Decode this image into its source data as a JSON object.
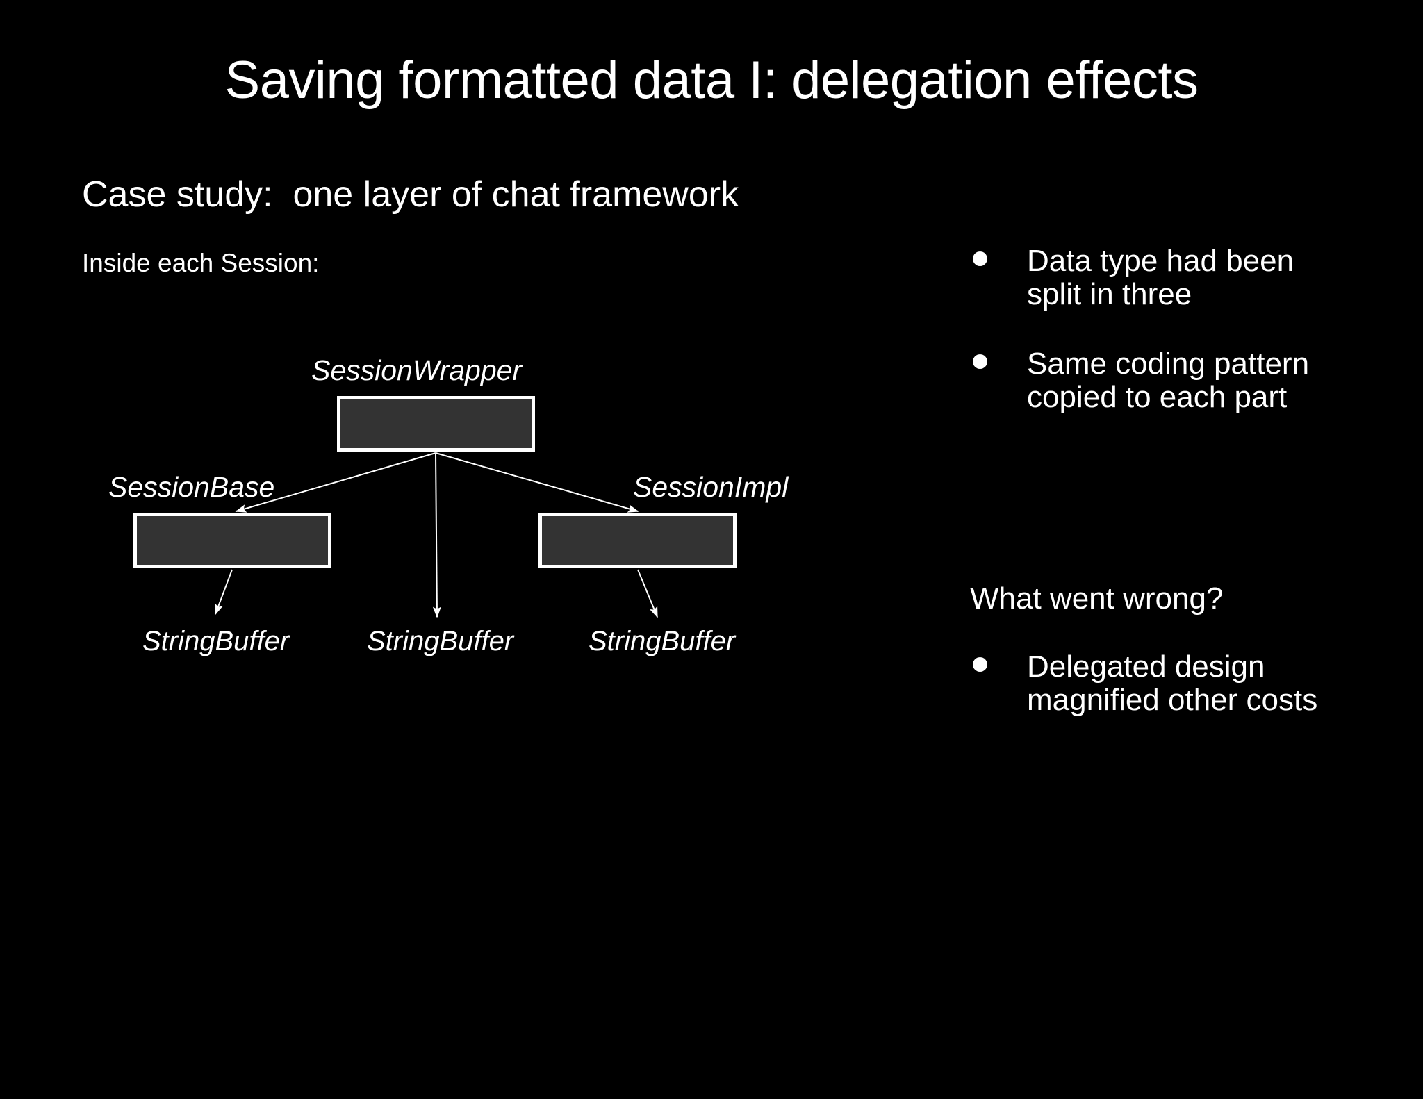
{
  "slide": {
    "background_color": "#000000",
    "text_color": "#ffffff",
    "title": "Saving formatted data I: delegation effects"
  },
  "left": {
    "case_study": "Case study:  one layer of chat framework",
    "inside_session": "Inside each Session:"
  },
  "diagram": {
    "box_fill_color": "#333333",
    "box_border_color": "#ffffff",
    "nodes": [
      {
        "id": "session-wrapper",
        "label": "SessionWrapper"
      },
      {
        "id": "session-base",
        "label": "SessionBase"
      },
      {
        "id": "session-impl",
        "label": "SessionImpl"
      }
    ],
    "leaves": [
      {
        "id": "string-buffer-left",
        "label": "StringBuffer"
      },
      {
        "id": "string-buffer-middle",
        "label": "StringBuffer"
      },
      {
        "id": "string-buffer-right",
        "label": "StringBuffer"
      }
    ]
  },
  "right": {
    "bullets": [
      {
        "text": "Data type had been\nsplit in three"
      },
      {
        "text": "Same coding pattern\ncopied to each part"
      }
    ],
    "question_heading": "What went wrong?",
    "question_bullets": [
      {
        "text": "Delegated design\nmagnified other costs"
      }
    ]
  }
}
